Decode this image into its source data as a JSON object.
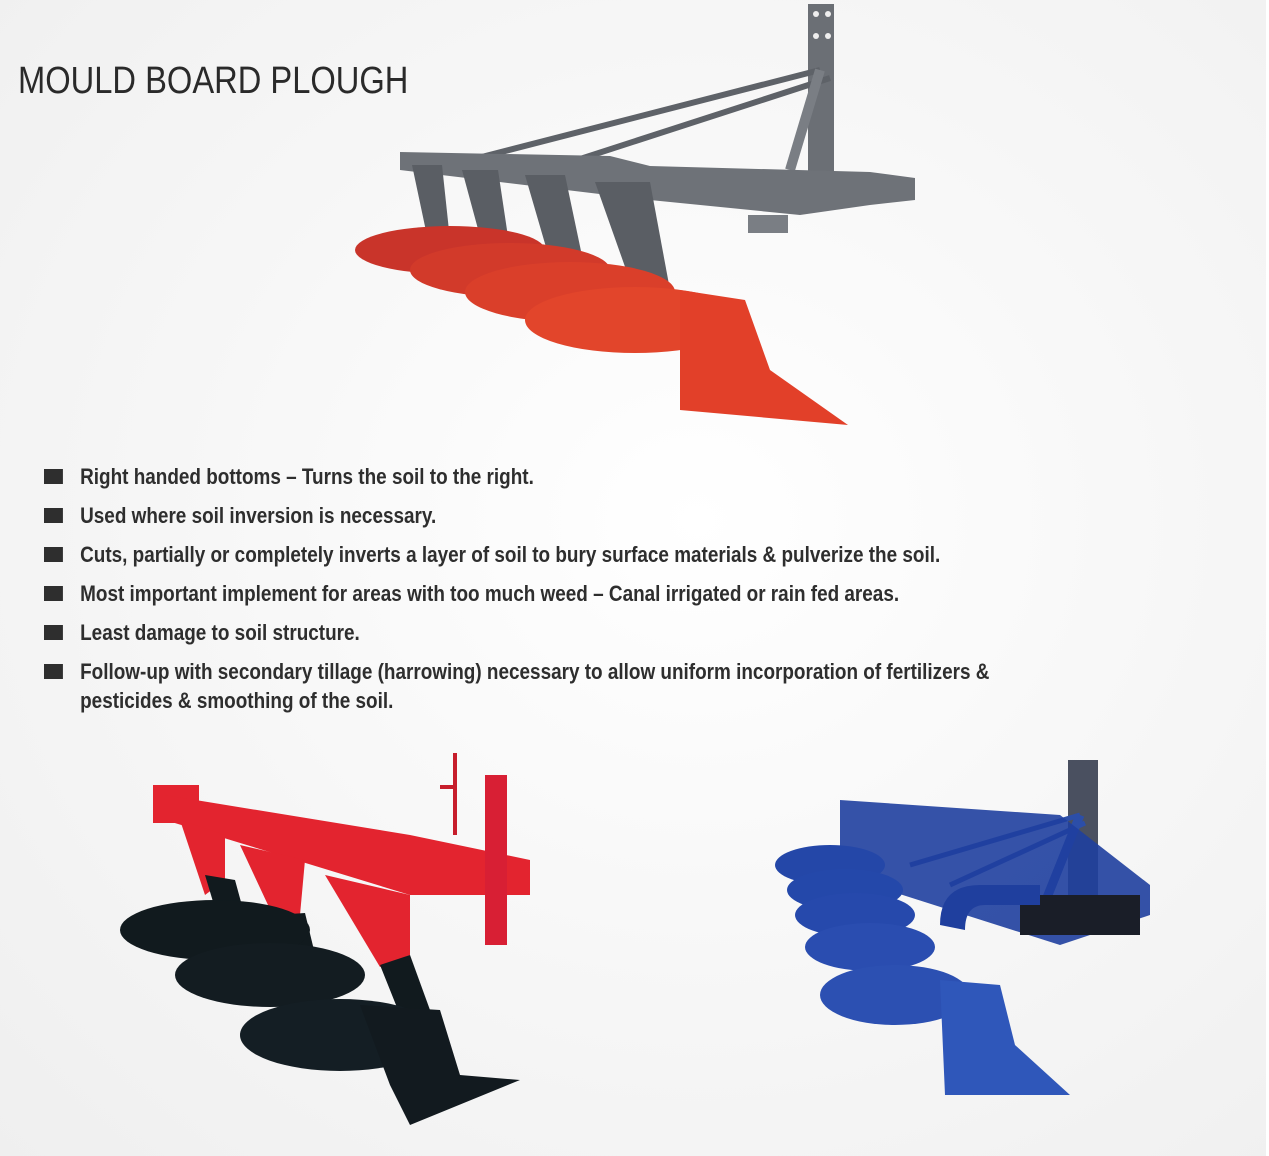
{
  "page": {
    "title": "MOULD BOARD PLOUGH",
    "bullet_marker_color": "#2e2e2e",
    "background_color": "#f4f4f4"
  },
  "features": [
    "Right handed bottoms – Turns the soil to the right.",
    "Used where soil inversion is necessary.",
    "Cuts, partially or completely inverts a layer of soil to bury surface materials & pulverize the soil.",
    "Most important implement for areas with too much weed – Canal irrigated or rain fed areas.",
    "Least damage to soil structure.",
    "Follow-up with secondary tillage (harrowing) necessary to allow uniform incorporation of fertilizers & pesticides & smoothing of the soil."
  ],
  "images": [
    {
      "name": "grey-frame-orange-bottom-plough",
      "frame_color": "#6e7278",
      "bottom_color": "#e2412a"
    },
    {
      "name": "red-frame-black-bottom-plough",
      "frame_color": "#e3242f",
      "bottom_color": "#121a1f"
    },
    {
      "name": "blue-plough",
      "frame_color": "#1f3f9e",
      "bottom_color": "#2a4fb4"
    }
  ]
}
